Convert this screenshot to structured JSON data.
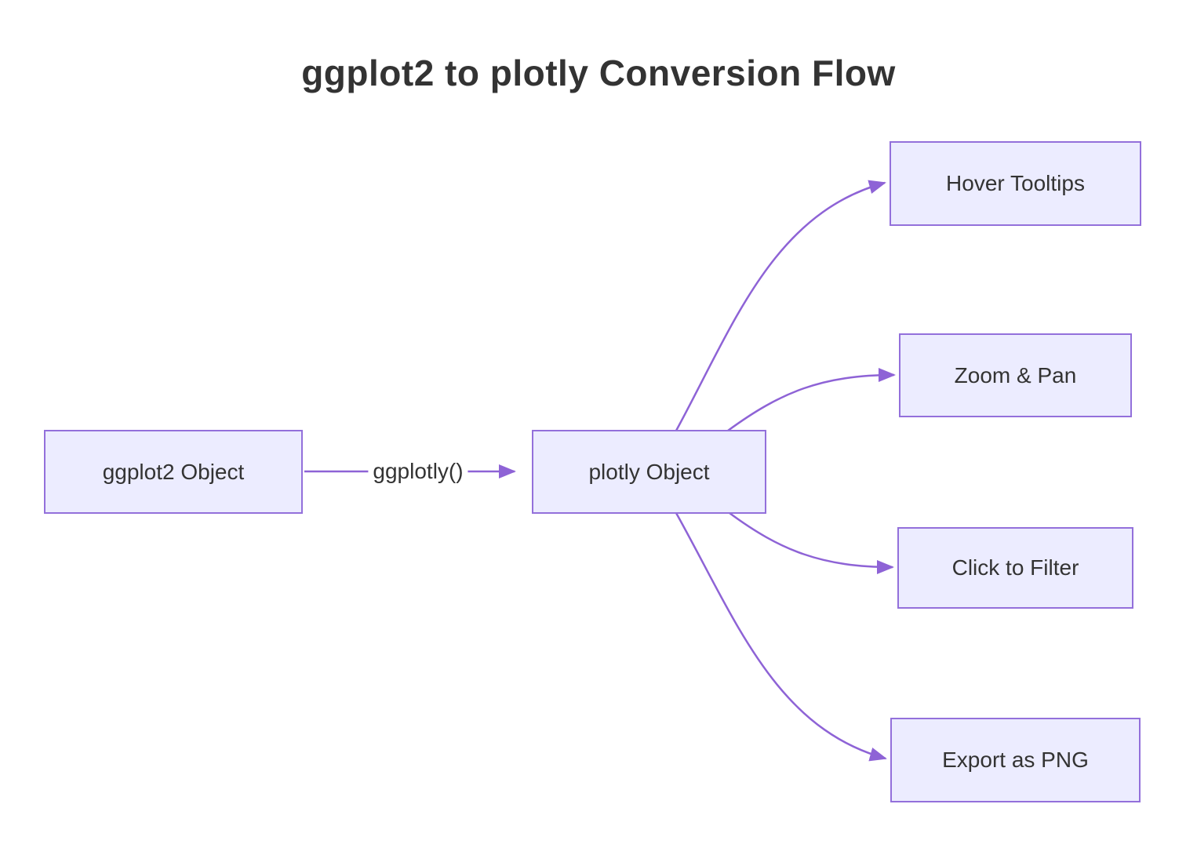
{
  "title": "ggplot2 to plotly Conversion Flow",
  "diagram": {
    "type": "flowchart-LR",
    "nodes": [
      {
        "id": "A",
        "label": "ggplot2 Object"
      },
      {
        "id": "B",
        "label": "plotly Object"
      },
      {
        "id": "C",
        "label": "Hover Tooltips"
      },
      {
        "id": "D",
        "label": "Zoom & Pan"
      },
      {
        "id": "E",
        "label": "Click to Filter"
      },
      {
        "id": "F",
        "label": "Export as PNG"
      }
    ],
    "edges": [
      {
        "from": "ggplot2 Object",
        "to": "plotly Object",
        "label": "ggplotly()"
      },
      {
        "from": "plotly Object",
        "to": "Hover Tooltips",
        "label": ""
      },
      {
        "from": "plotly Object",
        "to": "Zoom & Pan",
        "label": ""
      },
      {
        "from": "plotly Object",
        "to": "Click to Filter",
        "label": ""
      },
      {
        "from": "plotly Object",
        "to": "Export as PNG",
        "label": ""
      }
    ],
    "colors": {
      "node_fill": "#ECECFF",
      "node_border": "#9370DB",
      "edge_stroke": "#8E63D6",
      "text": "#333333",
      "background": "#FFFFFF"
    }
  }
}
